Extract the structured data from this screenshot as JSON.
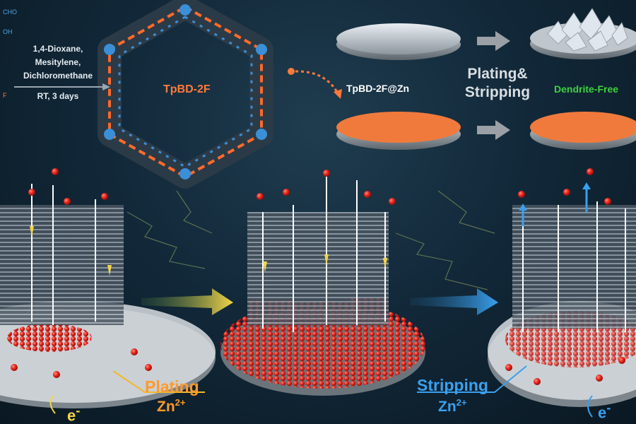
{
  "top": {
    "reagents": [
      "CHO",
      "OH",
      "F"
    ],
    "conditions": [
      "1,4-Dioxane,",
      "Mesitylene,",
      "Dichloromethane",
      "RT, 3 days"
    ],
    "cof_name": "TpBD-2F",
    "coated_label": "TpBD-2F@Zn",
    "process_line1": "Plating&",
    "process_line2": "Stripping",
    "result_label": "Dendrite-Free"
  },
  "bottom": {
    "plating_label": "Plating",
    "plating_ion": "Zn",
    "plating_ion_charge": "2+",
    "stripping_label": "Stripping",
    "stripping_ion": "Zn",
    "stripping_ion_charge": "2+",
    "electron_left": "e",
    "electron_right": "e",
    "electron_charge": "-"
  },
  "colors": {
    "cof_orange": "#ff7a3a",
    "zinc_red": "#e8241a",
    "plating_accent": "#ff9a2a",
    "stripping_accent": "#3aa0ee",
    "dendrite_free_green": "#3cd33c",
    "electrolyte_yellow": "#f3d54a"
  }
}
